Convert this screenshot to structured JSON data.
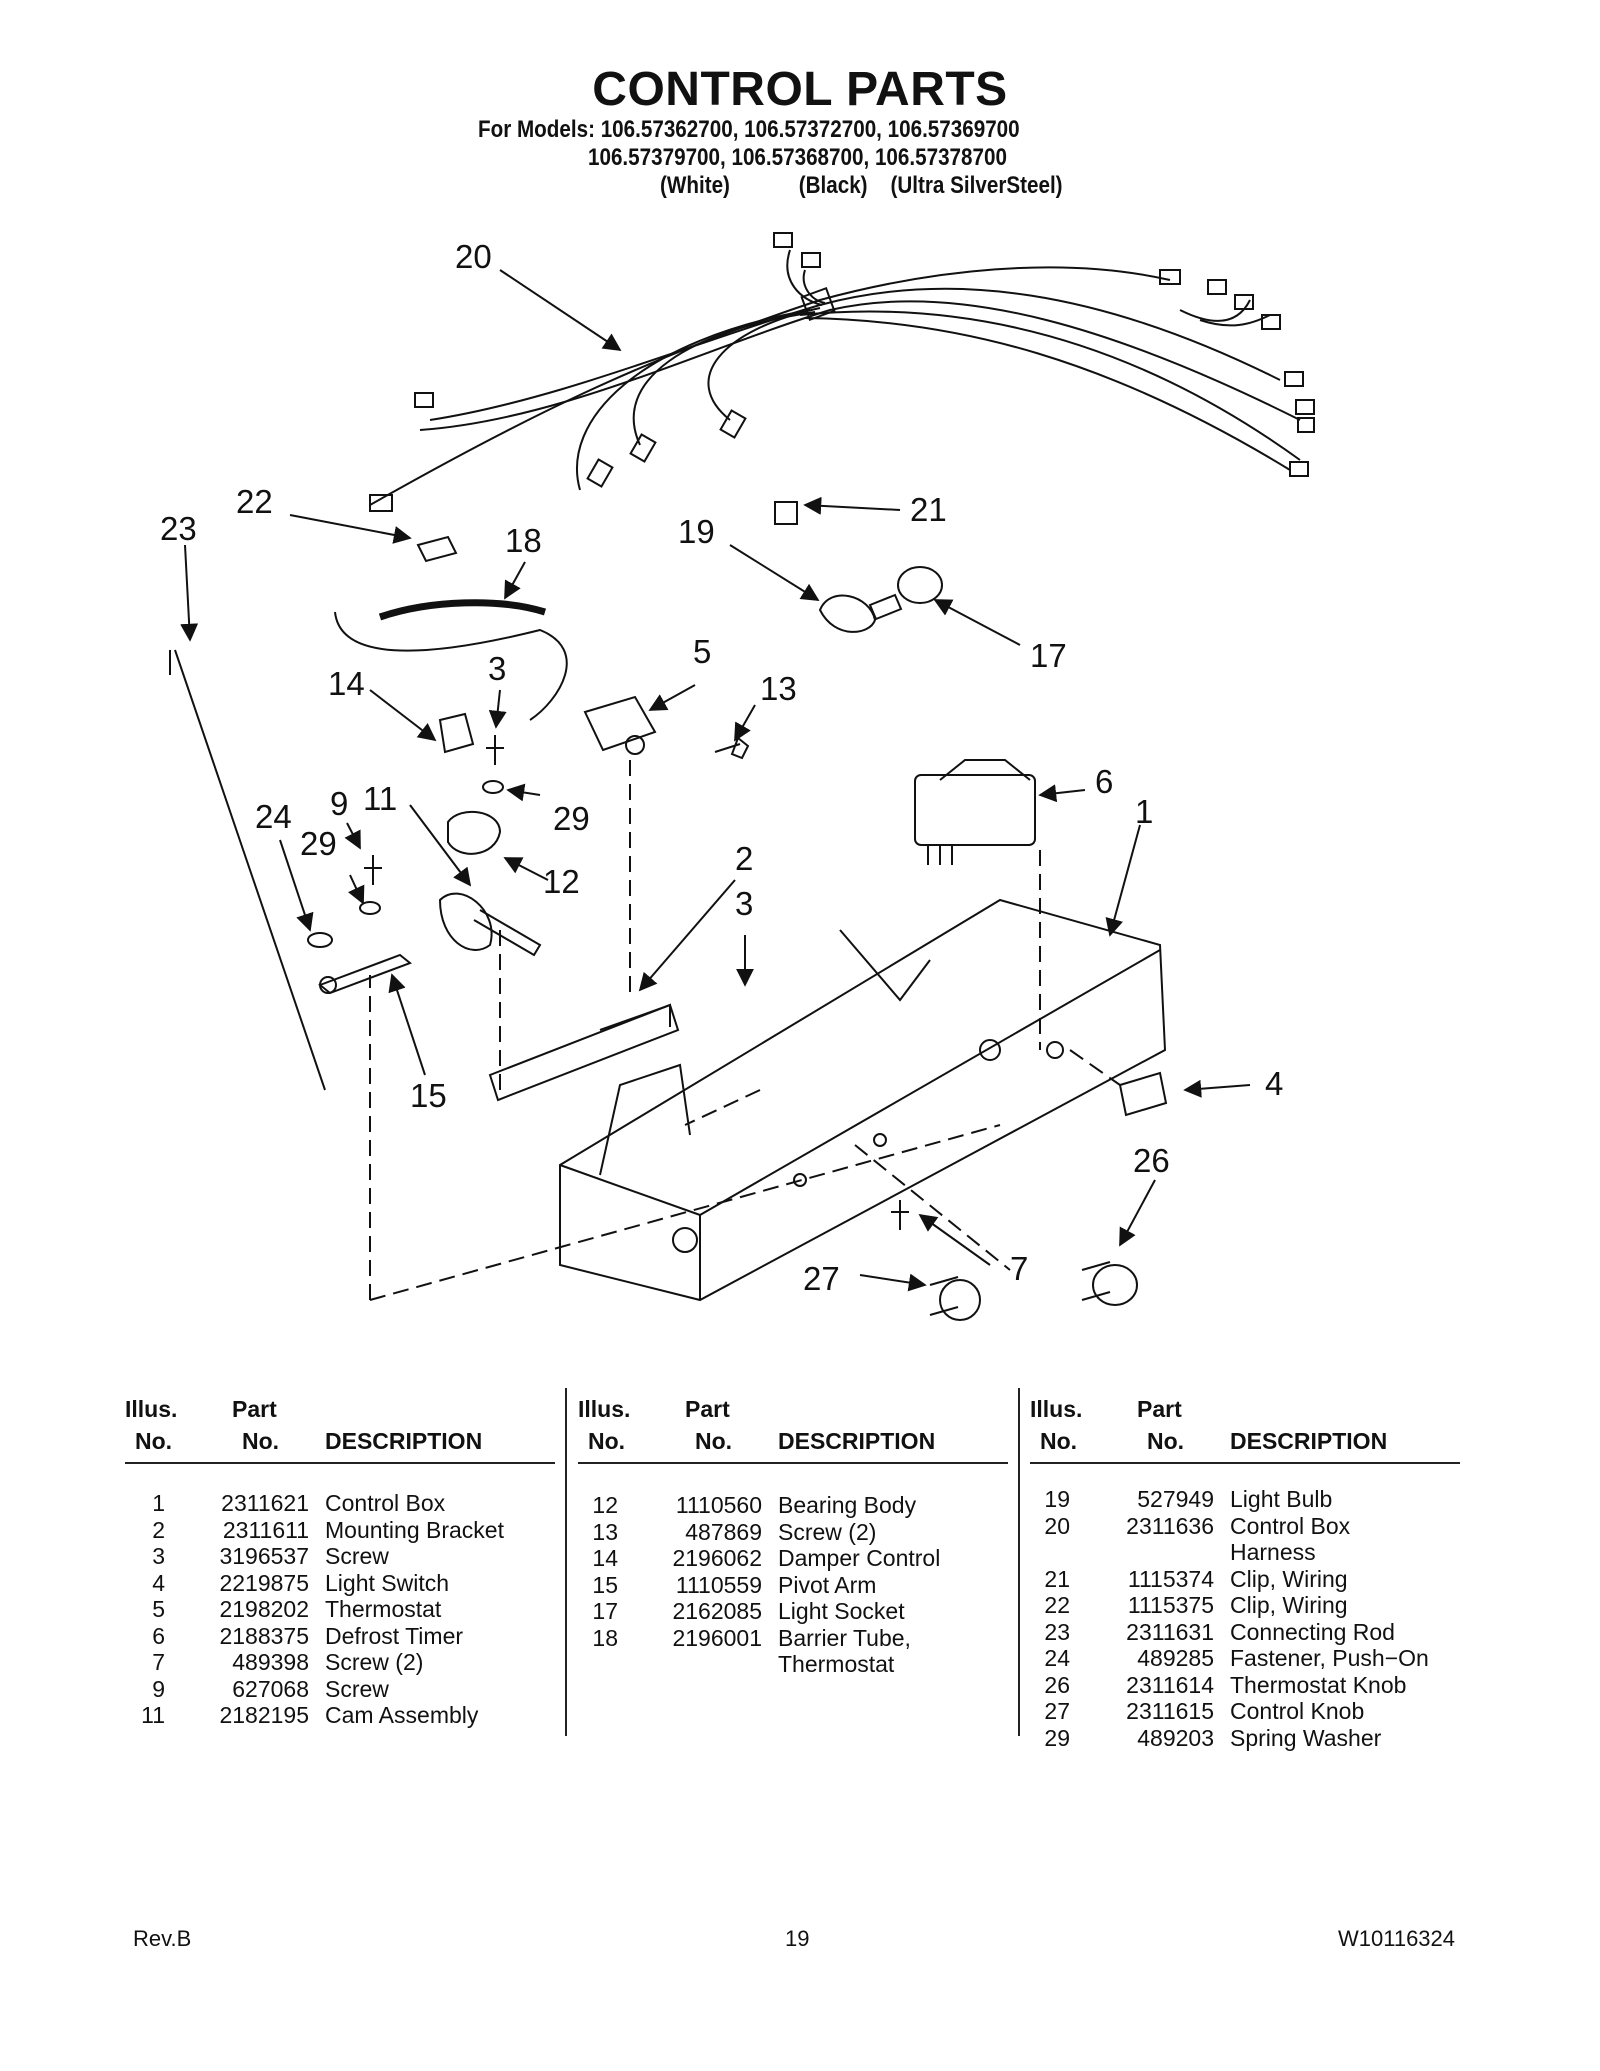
{
  "header": {
    "title": "CONTROL PARTS",
    "models_line1": "For Models: 106.57362700, 106.57372700, 106.57369700",
    "models_line2": "106.57379700, 106.57368700, 106.57378700",
    "models_line3": "(White)            (Black)    (Ultra SilverSteel)"
  },
  "diagram": {
    "callouts": [
      "20",
      "22",
      "23",
      "18",
      "19",
      "21",
      "17",
      "14",
      "3",
      "5",
      "13",
      "9",
      "11",
      "29",
      "24",
      "29",
      "12",
      "6",
      "1",
      "2",
      "3",
      "15",
      "4",
      "26",
      "27",
      "7"
    ]
  },
  "table": {
    "headers": {
      "illus_1": "Illus.",
      "illus_2": "No.",
      "part_1": "Part",
      "part_2": "No.",
      "desc": "DESCRIPTION"
    },
    "columns": [
      {
        "rows": [
          {
            "no": "1",
            "part": "2311621",
            "desc": "Control Box"
          },
          {
            "no": "2",
            "part": "2311611",
            "desc": "Mounting Bracket"
          },
          {
            "no": "3",
            "part": "3196537",
            "desc": "Screw"
          },
          {
            "no": "4",
            "part": "2219875",
            "desc": "Light Switch"
          },
          {
            "no": "5",
            "part": "2198202",
            "desc": "Thermostat"
          },
          {
            "no": "6",
            "part": "2188375",
            "desc": "Defrost Timer"
          },
          {
            "no": "7",
            "part": "489398",
            "desc": "Screw (2)"
          },
          {
            "no": "9",
            "part": "627068",
            "desc": "Screw"
          },
          {
            "no": "11",
            "part": "2182195",
            "desc": "Cam Assembly"
          }
        ]
      },
      {
        "rows": [
          {
            "no": "12",
            "part": "1110560",
            "desc": "Bearing Body"
          },
          {
            "no": "13",
            "part": "487869",
            "desc": "Screw (2)"
          },
          {
            "no": "14",
            "part": "2196062",
            "desc": "Damper Control"
          },
          {
            "no": "15",
            "part": "1110559",
            "desc": "Pivot Arm"
          },
          {
            "no": "17",
            "part": "2162085",
            "desc": "Light Socket"
          },
          {
            "no": "18",
            "part": "2196001",
            "desc": "Barrier Tube,"
          },
          {
            "no": "",
            "part": "",
            "desc": "Thermostat"
          }
        ]
      },
      {
        "rows": [
          {
            "no": "19",
            "part": "527949",
            "desc": "Light Bulb"
          },
          {
            "no": "20",
            "part": "2311636",
            "desc": "Control Box"
          },
          {
            "no": "",
            "part": "",
            "desc": "Harness"
          },
          {
            "no": "21",
            "part": "1115374",
            "desc": "Clip, Wiring"
          },
          {
            "no": "22",
            "part": "1115375",
            "desc": "Clip, Wiring"
          },
          {
            "no": "23",
            "part": "2311631",
            "desc": "Connecting Rod"
          },
          {
            "no": "24",
            "part": "489285",
            "desc": "Fastener, Push−On"
          },
          {
            "no": "26",
            "part": "2311614",
            "desc": "Thermostat Knob"
          },
          {
            "no": "27",
            "part": "2311615",
            "desc": "Control Knob"
          },
          {
            "no": "29",
            "part": "489203",
            "desc": "Spring Washer"
          }
        ]
      }
    ]
  },
  "footer": {
    "left": "Rev.B",
    "center": "19",
    "right": "W10116324"
  }
}
